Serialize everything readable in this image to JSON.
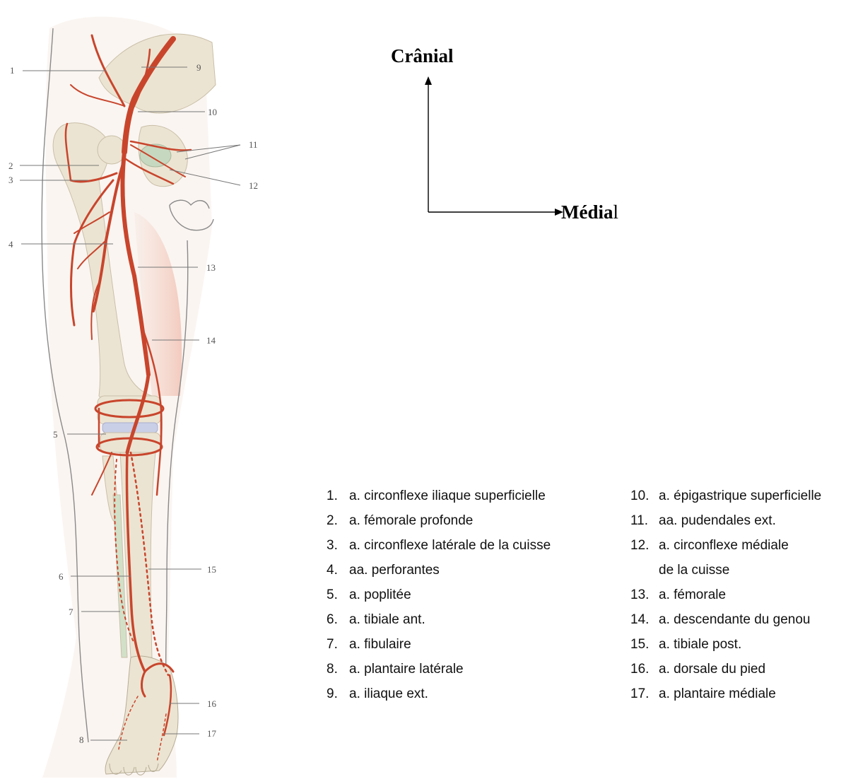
{
  "orientation": {
    "cranial": "Crânial",
    "medial_bold": "Média",
    "medial_tail": "l"
  },
  "callouts": [
    "1",
    "2",
    "3",
    "4",
    "5",
    "6",
    "7",
    "8",
    "9",
    "10",
    "11",
    "12",
    "13",
    "14",
    "15",
    "16",
    "17"
  ],
  "legend_left": [
    {
      "n": "1.",
      "text": "a. circonflexe iliaque superficielle"
    },
    {
      "n": "2.",
      "text": "a. fémorale profonde"
    },
    {
      "n": "3.",
      "text": "a. circonflexe latérale de la cuisse"
    },
    {
      "n": "4.",
      "text": "aa. perforantes"
    },
    {
      "n": "5.",
      "text": "a. poplitée"
    },
    {
      "n": "6.",
      "text": "a. tibiale ant."
    },
    {
      "n": "7.",
      "text": "a. fibulaire"
    },
    {
      "n": "8.",
      "text": "a. plantaire latérale"
    },
    {
      "n": "9.",
      "text": "a. iliaque ext."
    }
  ],
  "legend_right": [
    {
      "n": "10.",
      "text": "a. épigastrique superficielle"
    },
    {
      "n": "11.",
      "text": "aa. pudendales ext."
    },
    {
      "n": "12.",
      "text": "a. circonflexe médiale"
    },
    {
      "n": "",
      "text": "de la cuisse"
    },
    {
      "n": "13.",
      "text": "a. fémorale"
    },
    {
      "n": "14.",
      "text": "a. descendante du genou"
    },
    {
      "n": "15.",
      "text": "a. tibiale post."
    },
    {
      "n": "16.",
      "text": "a. dorsale du pied"
    },
    {
      "n": "17.",
      "text": "a. plantaire médiale"
    }
  ],
  "colors": {
    "artery": "#c8452c",
    "bone": "#ece4d2",
    "skin_outline": "#8a8a8a",
    "cartilage": "#c9cfe6"
  }
}
